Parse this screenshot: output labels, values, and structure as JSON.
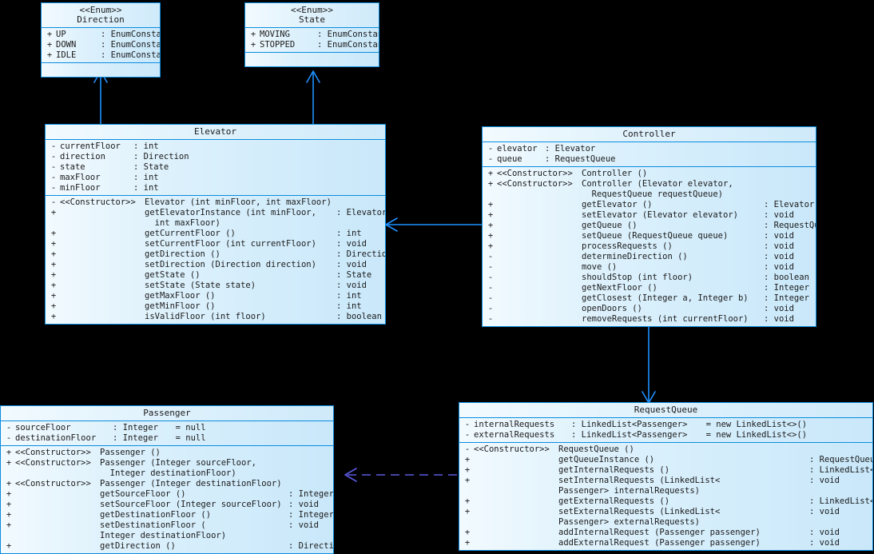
{
  "diagram": {
    "type": "uml-class-diagram",
    "background": "#000000",
    "box_border_color": "#0a8de0",
    "solid_link_color": "#1e90ff",
    "dashed_link_color": "#5a5ae0"
  },
  "classes": {
    "direction_enum": {
      "stereotype": "<<Enum>>",
      "name": "Direction",
      "literals": [
        {
          "vis": "+",
          "name": "UP",
          "sep": ":",
          "type": "EnumConstant"
        },
        {
          "vis": "+",
          "name": "DOWN",
          "sep": ":",
          "type": "EnumConstant"
        },
        {
          "vis": "+",
          "name": "IDLE",
          "sep": ":",
          "type": "EnumConstant"
        }
      ]
    },
    "state_enum": {
      "stereotype": "<<Enum>>",
      "name": "State",
      "literals": [
        {
          "vis": "+",
          "name": "MOVING",
          "sep": ":",
          "type": "EnumConstant"
        },
        {
          "vis": "+",
          "name": "STOPPED",
          "sep": ":",
          "type": "EnumConstant"
        }
      ]
    },
    "elevator": {
      "name": "Elevator",
      "attributes": [
        {
          "vis": "-",
          "name": "currentFloor",
          "sep": ":",
          "type": "int"
        },
        {
          "vis": "-",
          "name": "direction",
          "sep": ":",
          "type": "Direction"
        },
        {
          "vis": "-",
          "name": "state",
          "sep": ":",
          "type": "State"
        },
        {
          "vis": "-",
          "name": "maxFloor",
          "sep": ":",
          "type": "int"
        },
        {
          "vis": "-",
          "name": "minFloor",
          "sep": ":",
          "type": "int"
        }
      ],
      "operations": [
        {
          "vis": "-",
          "stereotype": "<<Constructor>>",
          "signature": "Elevator (int minFloor, int maxFloor)",
          "ret": ""
        },
        {
          "vis": "+",
          "stereotype": "",
          "signature": "getElevatorInstance (int minFloor,",
          "ret": ": Elevator"
        },
        {
          "vis": "",
          "stereotype": "",
          "signature": "  int maxFloor)",
          "ret": "",
          "continuation": true
        },
        {
          "vis": "+",
          "stereotype": "",
          "signature": "getCurrentFloor ()",
          "ret": ": int"
        },
        {
          "vis": "+",
          "stereotype": "",
          "signature": "setCurrentFloor (int currentFloor)",
          "ret": ": void"
        },
        {
          "vis": "+",
          "stereotype": "",
          "signature": "getDirection ()",
          "ret": ": Direction"
        },
        {
          "vis": "+",
          "stereotype": "",
          "signature": "setDirection (Direction direction)",
          "ret": ": void"
        },
        {
          "vis": "+",
          "stereotype": "",
          "signature": "getState ()",
          "ret": ": State"
        },
        {
          "vis": "+",
          "stereotype": "",
          "signature": "setState (State state)",
          "ret": ": void"
        },
        {
          "vis": "+",
          "stereotype": "",
          "signature": "getMaxFloor ()",
          "ret": ": int"
        },
        {
          "vis": "+",
          "stereotype": "",
          "signature": "getMinFloor ()",
          "ret": ": int"
        },
        {
          "vis": "+",
          "stereotype": "",
          "signature": "isValidFloor (int floor)",
          "ret": ": boolean"
        }
      ]
    },
    "controller": {
      "name": "Controller",
      "attributes": [
        {
          "vis": "-",
          "name": "elevator",
          "sep": ":",
          "type": "Elevator"
        },
        {
          "vis": "-",
          "name": "queue",
          "sep": ":",
          "type": "RequestQueue"
        }
      ],
      "operations": [
        {
          "vis": "+",
          "stereotype": "<<Constructor>>",
          "signature": "Controller ()",
          "ret": ""
        },
        {
          "vis": "+",
          "stereotype": "<<Constructor>>",
          "signature": "Controller (Elevator elevator,",
          "ret": ""
        },
        {
          "vis": "",
          "stereotype": "",
          "signature": "  RequestQueue requestQueue)",
          "ret": "",
          "continuation": true
        },
        {
          "vis": "+",
          "stereotype": "",
          "signature": "getElevator ()",
          "ret": ": Elevator"
        },
        {
          "vis": "+",
          "stereotype": "",
          "signature": "setElevator (Elevator elevator)",
          "ret": ": void"
        },
        {
          "vis": "+",
          "stereotype": "",
          "signature": "getQueue ()",
          "ret": ": RequestQueue"
        },
        {
          "vis": "+",
          "stereotype": "",
          "signature": "setQueue (RequestQueue queue)",
          "ret": ": void"
        },
        {
          "vis": "+",
          "stereotype": "",
          "signature": "processRequests ()",
          "ret": ": void"
        },
        {
          "vis": "-",
          "stereotype": "",
          "signature": "determineDirection ()",
          "ret": ": void"
        },
        {
          "vis": "-",
          "stereotype": "",
          "signature": "move ()",
          "ret": ": void"
        },
        {
          "vis": "-",
          "stereotype": "",
          "signature": "shouldStop (int floor)",
          "ret": ": boolean"
        },
        {
          "vis": "-",
          "stereotype": "",
          "signature": "getNextFloor ()",
          "ret": ": Integer"
        },
        {
          "vis": "-",
          "stereotype": "",
          "signature": "getClosest (Integer a, Integer b)",
          "ret": ": Integer"
        },
        {
          "vis": "-",
          "stereotype": "",
          "signature": "openDoors ()",
          "ret": ": void"
        },
        {
          "vis": "-",
          "stereotype": "",
          "signature": "removeRequests (int currentFloor)",
          "ret": ": void"
        }
      ]
    },
    "request_queue": {
      "name": "RequestQueue",
      "attributes": [
        {
          "vis": "-",
          "name": "internalRequests",
          "sep": ":",
          "type": "LinkedList<Passenger>",
          "default": "= new LinkedList<>()"
        },
        {
          "vis": "-",
          "name": "externalRequests",
          "sep": ":",
          "type": "LinkedList<Passenger>",
          "default": "= new LinkedList<>()"
        }
      ],
      "operations": [
        {
          "vis": "-",
          "stereotype": "<<Constructor>>",
          "signature": "RequestQueue ()",
          "ret": ""
        },
        {
          "vis": "+",
          "stereotype": "",
          "signature": "getQueueInstance ()",
          "ret": ": RequestQueue"
        },
        {
          "vis": "+",
          "stereotype": "",
          "signature": "getInternalRequests ()",
          "ret": ": LinkedList<Passenger>"
        },
        {
          "vis": "+",
          "stereotype": "",
          "signature": "setInternalRequests (LinkedList<",
          "ret": ": void"
        },
        {
          "vis": "",
          "stereotype": "",
          "signature": "Passenger> internalRequests)",
          "ret": "",
          "continuation": true
        },
        {
          "vis": "+",
          "stereotype": "",
          "signature": "getExternalRequests ()",
          "ret": ": LinkedList<Passenger>"
        },
        {
          "vis": "+",
          "stereotype": "",
          "signature": "setExternalRequests (LinkedList<",
          "ret": ": void"
        },
        {
          "vis": "",
          "stereotype": "",
          "signature": "Passenger> externalRequests)",
          "ret": "",
          "continuation": true
        },
        {
          "vis": "+",
          "stereotype": "",
          "signature": "addInternalRequest (Passenger passenger)",
          "ret": ": void"
        },
        {
          "vis": "+",
          "stereotype": "",
          "signature": "addExternalRequest (Passenger passenger)",
          "ret": ": void"
        }
      ]
    },
    "passenger": {
      "name": "Passenger",
      "attributes": [
        {
          "vis": "-",
          "name": "sourceFloor",
          "sep": ":",
          "type": "Integer",
          "default": "= null"
        },
        {
          "vis": "-",
          "name": "destinationFloor",
          "sep": ":",
          "type": "Integer",
          "default": "= null"
        }
      ],
      "operations": [
        {
          "vis": "+",
          "stereotype": "<<Constructor>>",
          "signature": "Passenger ()",
          "ret": ""
        },
        {
          "vis": "+",
          "stereotype": "<<Constructor>>",
          "signature": "Passenger (Integer sourceFloor,",
          "ret": ""
        },
        {
          "vis": "",
          "stereotype": "",
          "signature": "  Integer destinationFloor)",
          "ret": "",
          "continuation": true
        },
        {
          "vis": "+",
          "stereotype": "<<Constructor>>",
          "signature": "Passenger (Integer destinationFloor)",
          "ret": ""
        },
        {
          "vis": "+",
          "stereotype": "",
          "signature": "getSourceFloor ()",
          "ret": ": Integer"
        },
        {
          "vis": "+",
          "stereotype": "",
          "signature": "setSourceFloor (Integer sourceFloor)",
          "ret": ": void"
        },
        {
          "vis": "+",
          "stereotype": "",
          "signature": "getDestinationFloor ()",
          "ret": ": Integer"
        },
        {
          "vis": "+",
          "stereotype": "",
          "signature": "setDestinationFloor (",
          "ret": ": void"
        },
        {
          "vis": "",
          "stereotype": "",
          "signature": "Integer destinationFloor)",
          "ret": "",
          "continuation": true
        },
        {
          "vis": "+",
          "stereotype": "",
          "signature": "getDirection ()",
          "ret": ": Direction"
        }
      ]
    }
  },
  "relationships": [
    {
      "name": "elevator-to-direction",
      "from": "Elevator",
      "to": "Direction",
      "style": "solid",
      "arrow": "open"
    },
    {
      "name": "elevator-to-state",
      "from": "Elevator",
      "to": "State",
      "style": "solid",
      "arrow": "open"
    },
    {
      "name": "controller-to-elevator",
      "from": "Controller",
      "to": "Elevator",
      "style": "solid",
      "arrow": "open"
    },
    {
      "name": "controller-to-requestqueue",
      "from": "Controller",
      "to": "RequestQueue",
      "style": "solid",
      "arrow": "open"
    },
    {
      "name": "requestqueue-to-passenger",
      "from": "RequestQueue",
      "to": "Passenger",
      "style": "dashed",
      "arrow": "open"
    }
  ]
}
